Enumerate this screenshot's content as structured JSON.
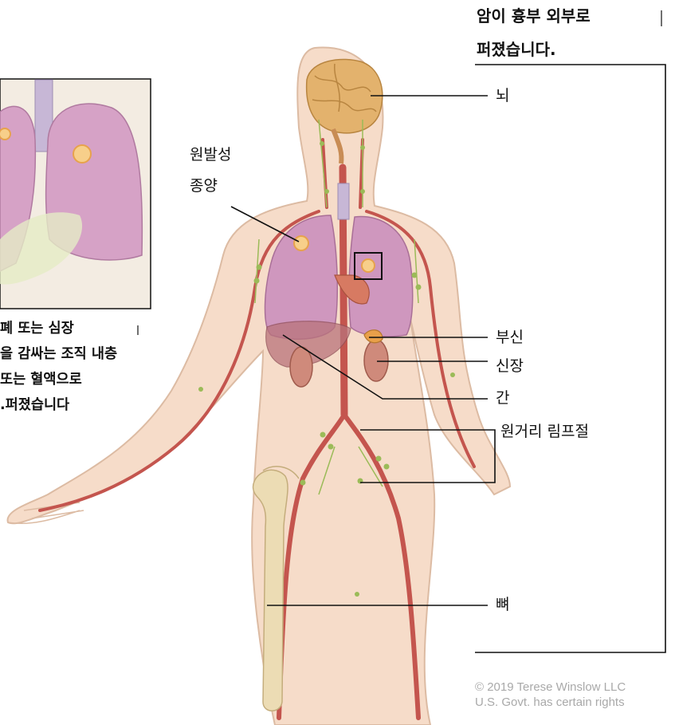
{
  "heading": {
    "line1": "암이 흉부 외부로",
    "line2": "퍼졌습니다."
  },
  "caption_lines": [
    "폐 또는 심장",
    "을 감싸는 조직 내층",
    "또는 혈액으로",
    "퍼졌습니다."
  ],
  "labels": {
    "primary_tumor_line1": "원발성",
    "primary_tumor_line2": "종양",
    "brain": "뇌",
    "adrenal_gland": "부신",
    "kidney": "신장",
    "liver": "간",
    "distant_lymph_nodes": "원거리 림프절",
    "bone": "뼈"
  },
  "credit": {
    "line1": "© 2019 Terese Winslow LLC",
    "line2": "U.S. Govt. has certain rights"
  },
  "colors": {
    "skin": "#f6dcc9",
    "skin_outline": "#dcbba3",
    "lung": "#cf97be",
    "brain": "#e3b26d",
    "artery": "#c4554e",
    "lymph": "#9bbb58",
    "kidney": "#cf8a7b",
    "bone": "#ecdcb4",
    "leader_line": "#111111"
  }
}
